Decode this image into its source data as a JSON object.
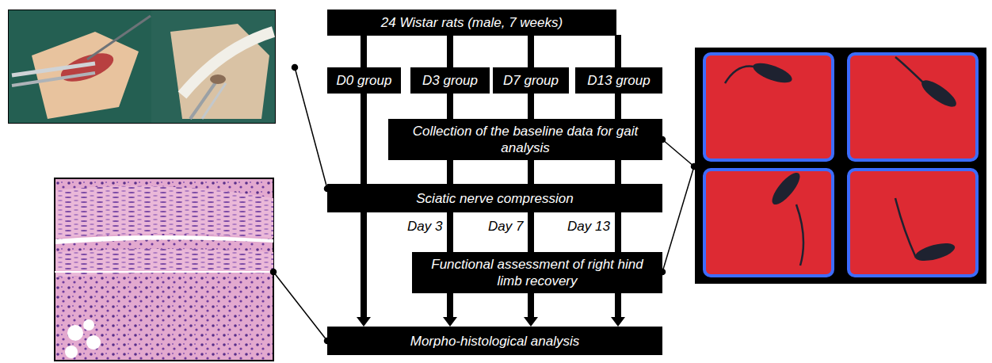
{
  "diagram": {
    "nodes": [
      {
        "text": [
          "24 Wistar rats (male, 7 weeks)"
        ]
      },
      {
        "text": [
          "D0 group"
        ]
      },
      {
        "text": [
          "D3 group"
        ]
      },
      {
        "text": [
          "D7 group"
        ]
      },
      {
        "text": [
          "D13 group"
        ]
      },
      {
        "text": [
          "Collection of the baseline data for gait analysis"
        ]
      },
      {
        "text": [
          "Sciatic nerve compression"
        ]
      },
      {
        "text": [
          "Functional assessment of right hind limb recovery"
        ]
      },
      {
        "text": [
          "Morpho-histological analysis"
        ]
      }
    ],
    "edges": [
      {
        "from": 0,
        "to": 1,
        "arrow": "none"
      },
      {
        "from": 0,
        "to": 2,
        "arrow": "none"
      },
      {
        "from": 0,
        "to": 3,
        "arrow": "none"
      },
      {
        "from": 0,
        "to": 4,
        "arrow": "none"
      },
      {
        "from": 1,
        "to": 6,
        "arrow": "none"
      },
      {
        "from": 6,
        "to": 8,
        "arrow": "to"
      },
      {
        "from": 2,
        "to": 5,
        "arrow": "none"
      },
      {
        "from": 3,
        "to": 5,
        "arrow": "none"
      },
      {
        "from": 4,
        "to": 5,
        "arrow": "none"
      },
      {
        "from": 5,
        "to": 6,
        "arrow": "none"
      },
      {
        "from": 5,
        "to": 6,
        "arrow": "none"
      },
      {
        "from": 5,
        "to": 6,
        "arrow": "none"
      },
      {
        "from": 6,
        "to": 7,
        "label": "Day 3",
        "arrow": "none"
      },
      {
        "from": 6,
        "to": 7,
        "label": "Day 7",
        "arrow": "none"
      },
      {
        "from": 6,
        "to": 7,
        "label": "Day 13",
        "arrow": "none"
      },
      {
        "from": 7,
        "to": 8,
        "arrow": "to"
      },
      {
        "from": 7,
        "to": 8,
        "arrow": "to"
      },
      {
        "from": 7,
        "to": 8,
        "arrow": "to"
      }
    ]
  }
}
